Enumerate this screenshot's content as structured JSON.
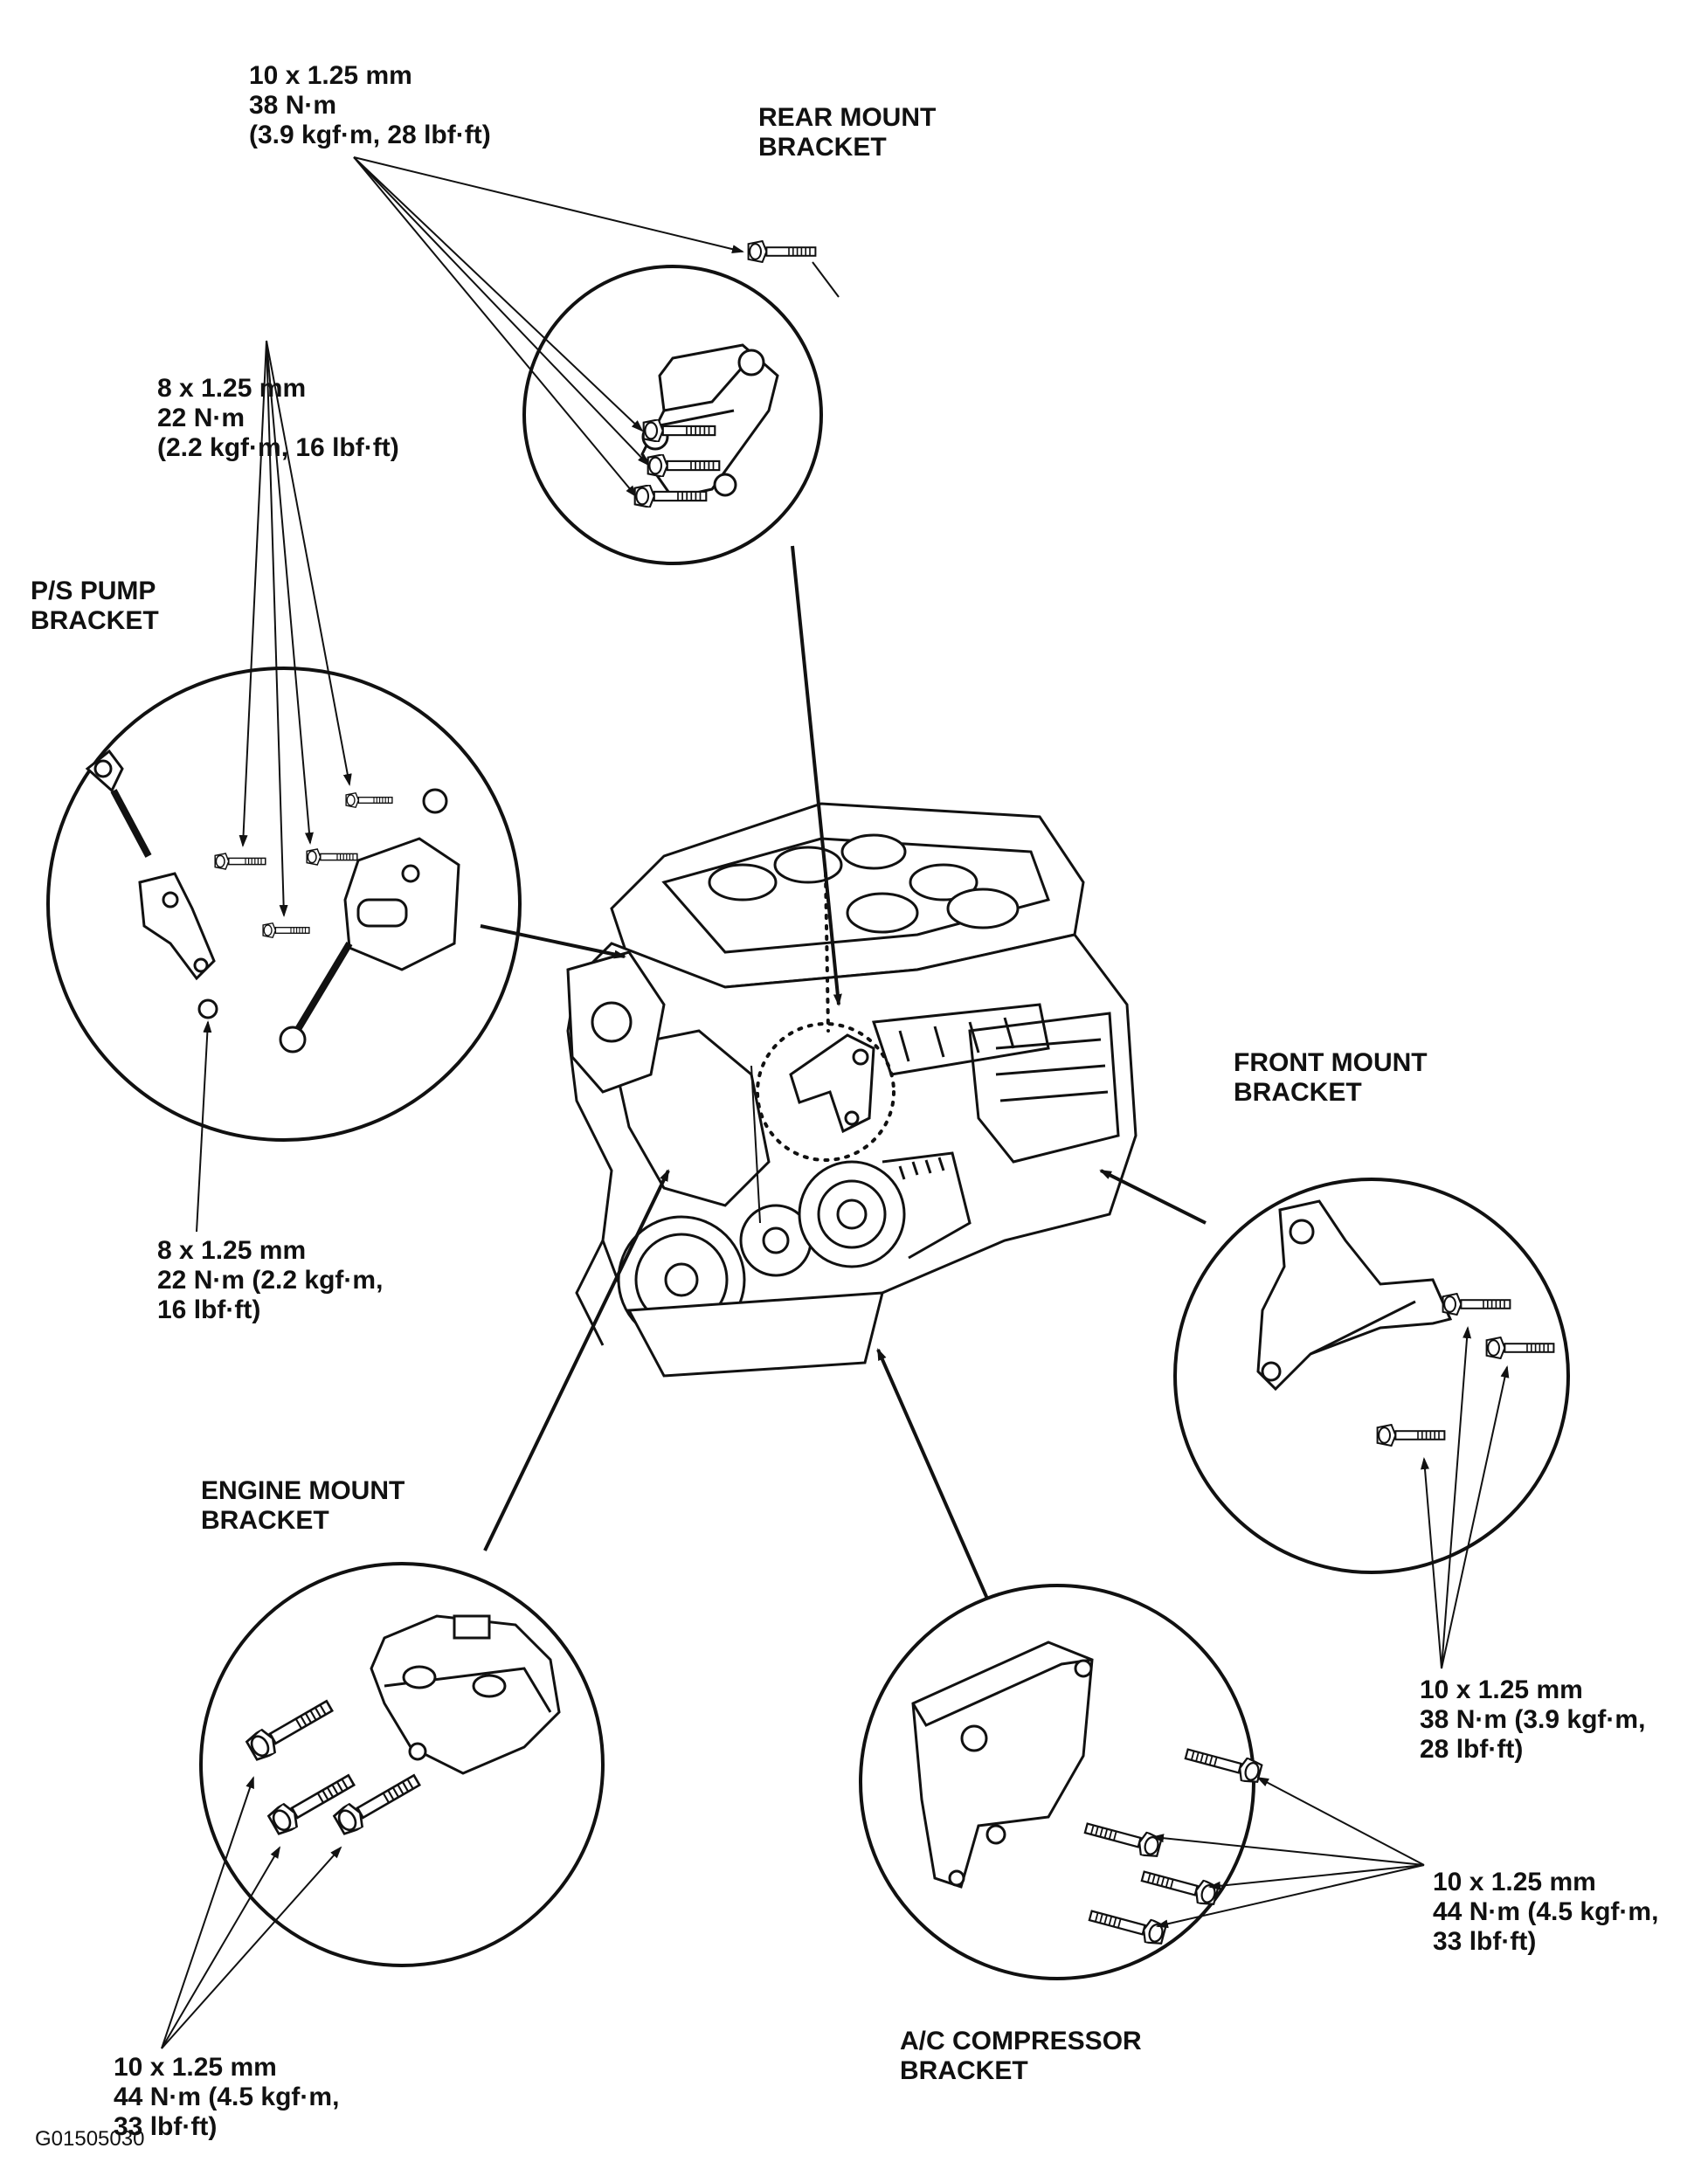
{
  "labels": {
    "rear_torque": {
      "line1": "10 x 1.25 mm",
      "line2": "38 N·m",
      "line3": "(3.9 kgf·m, 28 lbf·ft)"
    },
    "rear_title": {
      "line1": "REAR MOUNT",
      "line2": "BRACKET"
    },
    "ps_torque_top": {
      "line1": "8 x 1.25 mm",
      "line2": "22 N·m",
      "line3": "(2.2 kgf·m, 16 lbf·ft)"
    },
    "ps_title": {
      "line1": "P/S PUMP",
      "line2": "BRACKET"
    },
    "ps_torque_bottom": {
      "line1": "8 x 1.25 mm",
      "line2": "22 N·m (2.2 kgf·m,",
      "line3": "16 lbf·ft)"
    },
    "front_title": {
      "line1": "FRONT MOUNT",
      "line2": "BRACKET"
    },
    "front_torque": {
      "line1": "10 x 1.25 mm",
      "line2": "38 N·m (3.9 kgf·m,",
      "line3": "28 lbf·ft)"
    },
    "engine_title": {
      "line1": "ENGINE MOUNT",
      "line2": "BRACKET"
    },
    "engine_torque": {
      "line1": "10 x 1.25 mm",
      "line2": "44 N·m (4.5 kgf·m,",
      "line3": "33 lbf·ft)"
    },
    "ac_torque": {
      "line1": "10 x 1.25 mm",
      "line2": "44 N·m (4.5 kgf·m,",
      "line3": "33 lbf·ft)"
    },
    "ac_title": {
      "line1": "A/C COMPRESSOR",
      "line2": "BRACKET"
    }
  },
  "figure_code": "G01505030"
}
